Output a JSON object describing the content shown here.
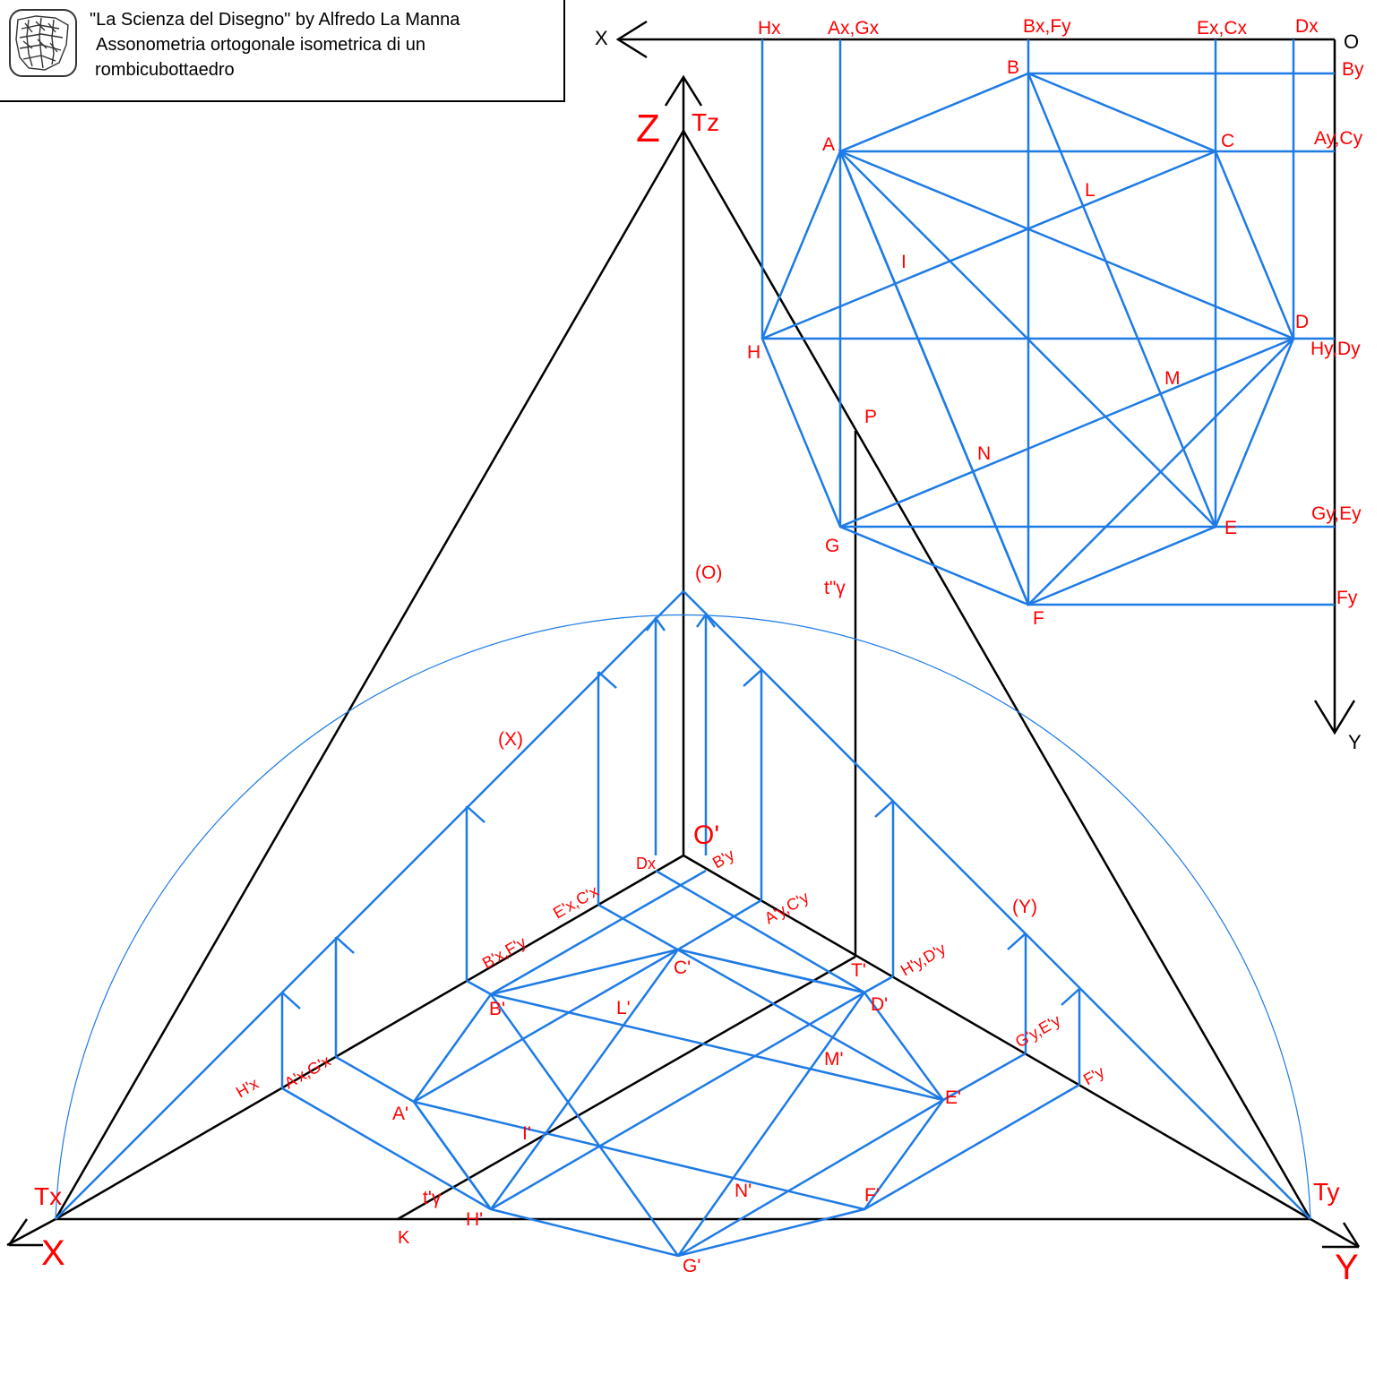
{
  "title": {
    "line1": "\"La Scienza del Disegno\" by Alfredo La Manna",
    "line2": "Assonometria ortogonale isometrica di un",
    "line3": "rombicubottaedro"
  },
  "colors": {
    "construction": "#1e7be6",
    "axes": "#000000",
    "labels": "#ff0000"
  },
  "labels": {
    "plan_X": "X",
    "plan_O": "O",
    "plan_Y": "Y",
    "Hx": "Hx",
    "AxGx": "Ax,Gx",
    "BxFy": "Bx,Fy",
    "ExCx": "Ex,Cx",
    "Dx": "Dx",
    "By": "By",
    "AyCy": "Ay,Cy",
    "HyDy": "Hy,Dy",
    "GyEy": "Gy,Ey",
    "Fy": "Fy",
    "A": "A",
    "B": "B",
    "C": "C",
    "D": "D",
    "E": "E",
    "F": "F",
    "G": "G",
    "H": "H",
    "I": "I",
    "L": "L",
    "M": "M",
    "N": "N",
    "P": "P",
    "Z": "Z",
    "Tz": "Tz",
    "O_rot": "(O)",
    "t2gamma": "t\"γ",
    "X_rot": "(X)",
    "Y_rot": "(Y)",
    "O_prime": "O'",
    "Dx_p": "Dx",
    "By_p": "B'y",
    "ExCx_p": "E'x,C'x",
    "AyCy_p": "A'y,C'y",
    "BxFy_p": "B'x,F'y",
    "HyDy_p": "H'y,D'y",
    "GyEy_p": "G'y,E'y",
    "Fy_p": "F'y",
    "Hx_p": "H'x",
    "AxGx_p": "A'x,G'x",
    "Cp": "C'",
    "Tp": "T'",
    "Bp": "B'",
    "Dp": "D'",
    "Lp": "L'",
    "Mp": "M'",
    "Ep": "E'",
    "Ap": "A'",
    "Ip": "I'",
    "Np": "N'",
    "Fp": "F'",
    "Hp": "H'",
    "Gp": "G'",
    "t1gamma": "t'γ",
    "K": "K",
    "Tx": "Tx",
    "Ty": "Ty",
    "X": "X",
    "Y": "Y"
  }
}
